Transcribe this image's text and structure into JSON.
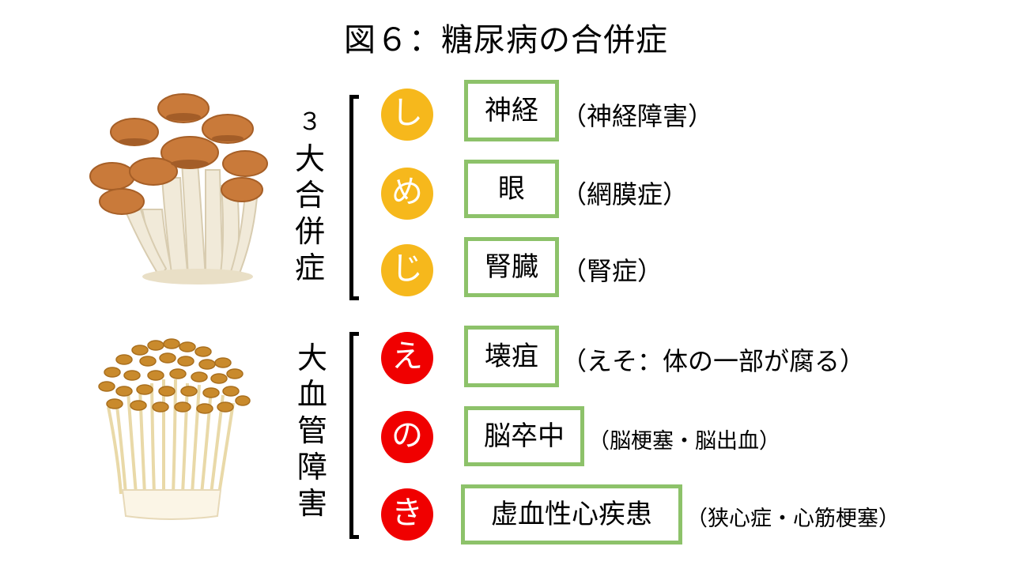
{
  "title": "図６：糖尿病の合併症",
  "groups": [
    {
      "label": [
        "３",
        "大",
        "合",
        "併",
        "症"
      ],
      "items": [
        {
          "letter": "し",
          "term": "神経",
          "note": "（神経障害）"
        },
        {
          "letter": "め",
          "term": "眼",
          "note": "（網膜症）"
        },
        {
          "letter": "じ",
          "term": "腎臓",
          "note": "（腎症）"
        }
      ]
    },
    {
      "label": [
        "大",
        "血",
        "管",
        "障",
        "害"
      ],
      "items": [
        {
          "letter": "え",
          "term": "壊疽",
          "note": "（えそ：体の一部が腐る）"
        },
        {
          "letter": "の",
          "term": "脳卒中",
          "note": "（脳梗塞・脳出血）"
        },
        {
          "letter": "き",
          "term": "虚血性心疾患",
          "note": "（狭心症・心筋梗塞）"
        }
      ]
    }
  ],
  "colors": {
    "yellow_circle": "#f6b81c",
    "red_circle": "#f00000",
    "box_border": "#8dc26a",
    "shimeji_cap": "#c97a3a",
    "enoki_cap": "#c98a2c"
  },
  "icons": [
    "shimeji-mushroom-illustration",
    "enoki-mushroom-illustration"
  ]
}
